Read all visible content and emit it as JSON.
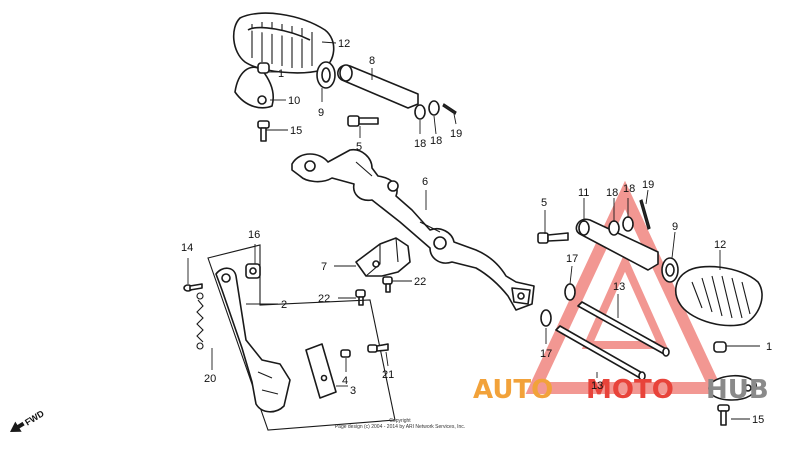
{
  "diagram": {
    "callouts": {
      "c12a": "12",
      "c1a": "1",
      "c10": "10",
      "c9a": "9",
      "c8": "8",
      "c15a": "15",
      "c5a": "5",
      "c18a": "18",
      "c18b": "18",
      "c19a": "19",
      "c6": "6",
      "c11": "11",
      "c18c": "18",
      "c18d": "18",
      "c19b": "19",
      "c5b": "5",
      "c9b": "9",
      "c12b": "12",
      "c17a": "17",
      "c13a": "13",
      "c1b": "1",
      "c17b": "17",
      "c13b": "13",
      "c16": "16",
      "c14": "14",
      "c2": "2",
      "c7": "7",
      "c22a": "22",
      "c22b": "22",
      "c20": "20",
      "c4": "4",
      "c21": "21",
      "c3": "3",
      "c15b": "15"
    },
    "fwd_label": "FWD",
    "copyright_line1": "Copyright",
    "copyright_line2": "Page design (c) 2004 - 2014 by ARI Network Services, Inc.",
    "watermark": {
      "word_part1": "AUTO",
      "word_part2": "MOTO",
      "word_part3": "HUB",
      "color_orange": "#f2a23a",
      "color_red": "#e8433a",
      "color_gray": "#8a8a8a"
    }
  }
}
